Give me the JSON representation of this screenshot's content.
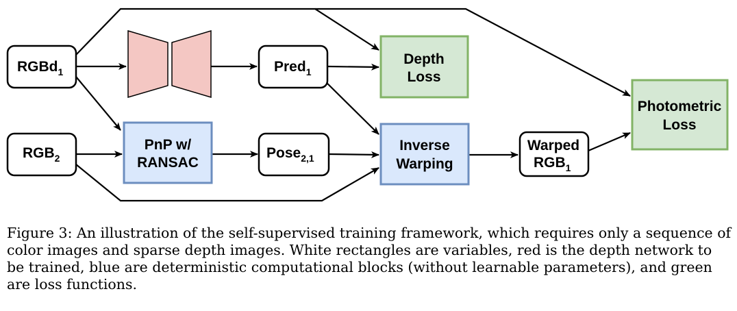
{
  "nodes": {
    "rgbd1": {
      "main": "RGBd",
      "sub": "1"
    },
    "rgb2": {
      "main": "RGB",
      "sub": "2"
    },
    "pred1": {
      "main": "Pred",
      "sub": "1"
    },
    "pose21": {
      "main": "Pose",
      "sub": "2,1"
    },
    "pnp": {
      "line1": "PnP w/",
      "line2": "RANSAC"
    },
    "depth_loss": {
      "line1": "Depth",
      "line2": "Loss"
    },
    "inverse_warping": {
      "line1": "Inverse",
      "line2": "Warping"
    },
    "warped_rgb1": {
      "line1": "Warped",
      "line2_main": "RGB",
      "line2_sub": "1"
    },
    "photometric_loss": {
      "line1": "Photometric",
      "line2": "Loss"
    }
  },
  "colors": {
    "variable_fill": "#ffffff",
    "network_fill": "#f4c7c3",
    "block_fill": "#dae8fc",
    "block_stroke": "#6c8ebf",
    "loss_fill": "#d5e8d4",
    "loss_stroke": "#82b366"
  },
  "caption": "Figure 3: An illustration of the self-supervised training framework, which requires only a sequence of color images and sparse depth images. White rectangles are variables, red is the depth network to be trained, blue are deterministic computational blocks (without learnable parameters), and green are loss functions."
}
